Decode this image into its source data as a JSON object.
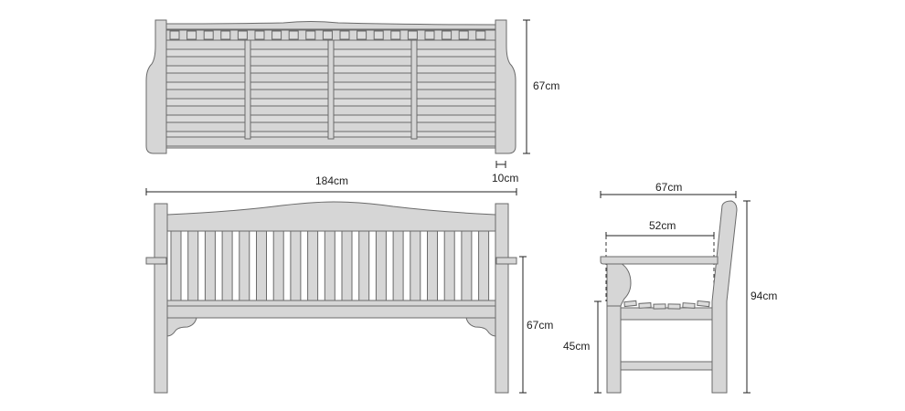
{
  "diagram": {
    "dimensions": {
      "plan_depth": "67cm",
      "arm_width": "10cm",
      "overall_length": "184cm",
      "front_height": "67cm",
      "side_depth": "67cm",
      "seat_depth": "52cm",
      "seat_height": "45cm",
      "overall_height": "94cm"
    }
  }
}
